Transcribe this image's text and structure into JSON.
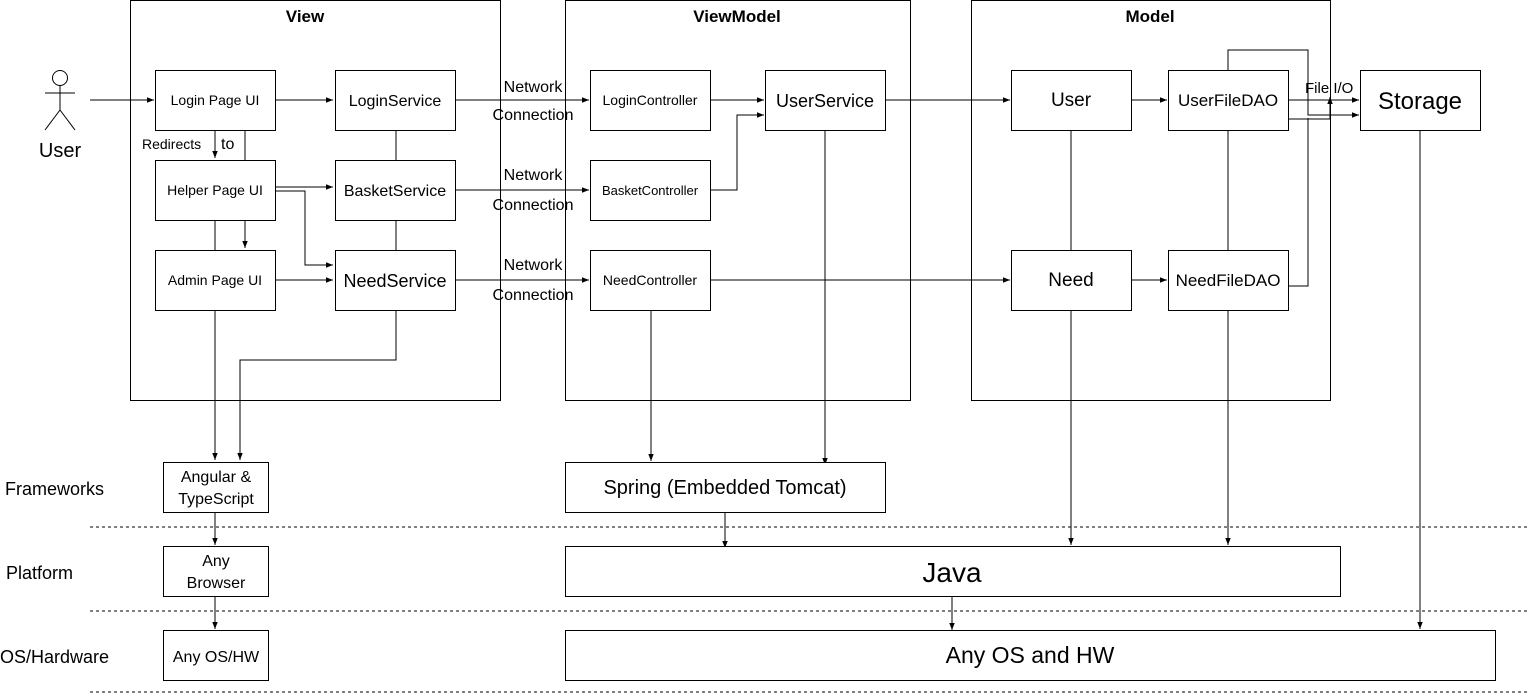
{
  "containers": {
    "view": "View",
    "viewmodel": "ViewModel",
    "model": "Model"
  },
  "actor": "User",
  "view_nodes": {
    "login_page": "Login Page UI",
    "helper_page": "Helper Page UI",
    "admin_page": "Admin Page UI",
    "login_service": "LoginService",
    "basket_service": "BasketService",
    "need_service": "NeedService"
  },
  "redirect_label": {
    "word1": "Redirects",
    "word2": "to"
  },
  "network_label": {
    "line1": "Network",
    "line2": "Connection"
  },
  "viewmodel_nodes": {
    "login_controller": "LoginController",
    "basket_controller": "BasketController",
    "need_controller": "NeedController",
    "user_service": "UserService"
  },
  "model_nodes": {
    "user": "User",
    "need": "Need",
    "user_file_dao": "UserFileDAO",
    "need_file_dao": "NeedFileDAO"
  },
  "file_io_label": "File I/O",
  "storage": "Storage",
  "layers": {
    "frameworks": "Frameworks",
    "platform": "Platform",
    "os_hardware": "OS/Hardware"
  },
  "stack": {
    "angular": {
      "line1": "Angular &",
      "line2": "TypeScript"
    },
    "spring": "Spring (Embedded Tomcat)",
    "any_browser": {
      "line1": "Any",
      "line2": "Browser"
    },
    "java": "Java",
    "any_os_hw": "Any OS/HW",
    "any_os_and_hw": "Any OS and HW"
  }
}
